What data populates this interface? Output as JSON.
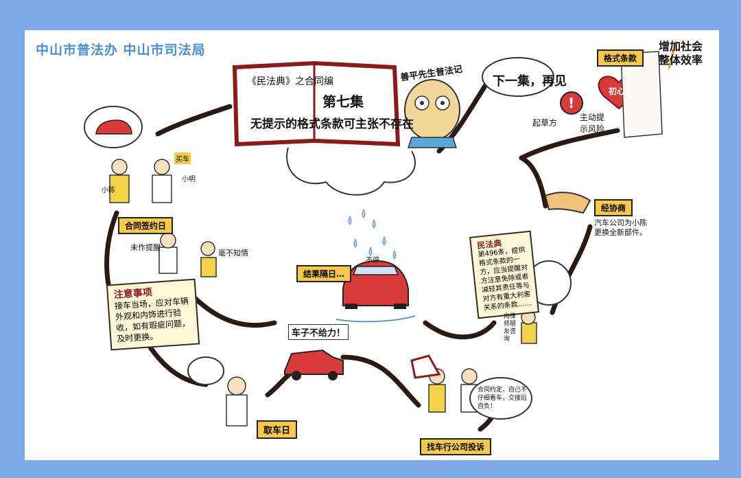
{
  "header": {
    "publisher": "中山市普法办  中山市司法局"
  },
  "title_book": {
    "subtitle": "《民法典》之合同编",
    "episode": "第七集",
    "title": "无提示的格式条款可主张不存在"
  },
  "mascot": {
    "badge": "善平先生普法记"
  },
  "next_episode": "下一集，再见",
  "labels": {
    "increase_efficiency": "增加社会整体效率",
    "format_terms": "格式条款",
    "original_intent": "初心",
    "drafter": "起草方",
    "active_warning": "主动提示风险",
    "after_negotiation": "经协商",
    "contract_day": "合同签约日",
    "not_reminded": "未作提醒",
    "uninformed": "毫不知情",
    "xiaochen": "小陈",
    "xiaoming": "小明",
    "buy_car": "买车",
    "notice_title": "注意事项",
    "notice_body": "接车当场，应对车辆外观和内饰进行验收，如有瑕疵问题，及时更换。",
    "result": "结果隔日…",
    "stop": "不停",
    "car_not_working": "车子不给力！",
    "pickup_day": "取车日",
    "civil_code": "民法典",
    "civil_code_body": "第496条，提供格式条款的一方，应当提醒对方注意免除或者减轻其责任等与对方有重大利害关系的条款……",
    "company_replace": "汽车公司为小陈更换全新部件。",
    "ask_company": "找车行公司投诉",
    "ask_company_bubble": "合同约定，自己不仔细看车，交接后自负！",
    "consult_friend": "向律师朋友咨询"
  }
}
